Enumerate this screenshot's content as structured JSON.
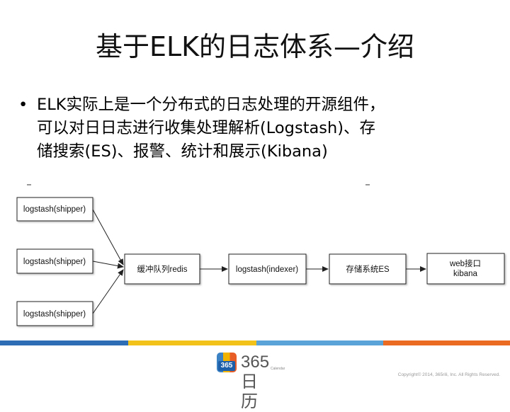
{
  "title": "基于ELK的日志体系—介绍",
  "bullet": {
    "line1": "ELK实际上是一个分布式的日志处理的开源组件，",
    "line2": "可以对日日志进行收集处理解析(Logstash)、存",
    "line3": "储搜索(ES)、报警、统计和展示(Kibana)"
  },
  "diagram": {
    "shippers": [
      "logstash(shipper)",
      "logstash(shipper)",
      "logstash(shipper)"
    ],
    "queue": "缓冲队列redis",
    "indexer": "logstash(indexer)",
    "storage": "存储系统ES",
    "web": [
      "web接口",
      "kibana"
    ]
  },
  "footer": {
    "logo_badge": "365",
    "logo_text": "365日历",
    "logo_sub": "Calendar",
    "copyright": "Copyright© 2014, 365rili, Inc. All Rights Reserved."
  },
  "colors": {
    "stripe_blue": "#2d6db5",
    "stripe_yellow": "#f2c21b",
    "stripe_lightblue": "#5aa3d8",
    "stripe_orange": "#ec6b23"
  }
}
